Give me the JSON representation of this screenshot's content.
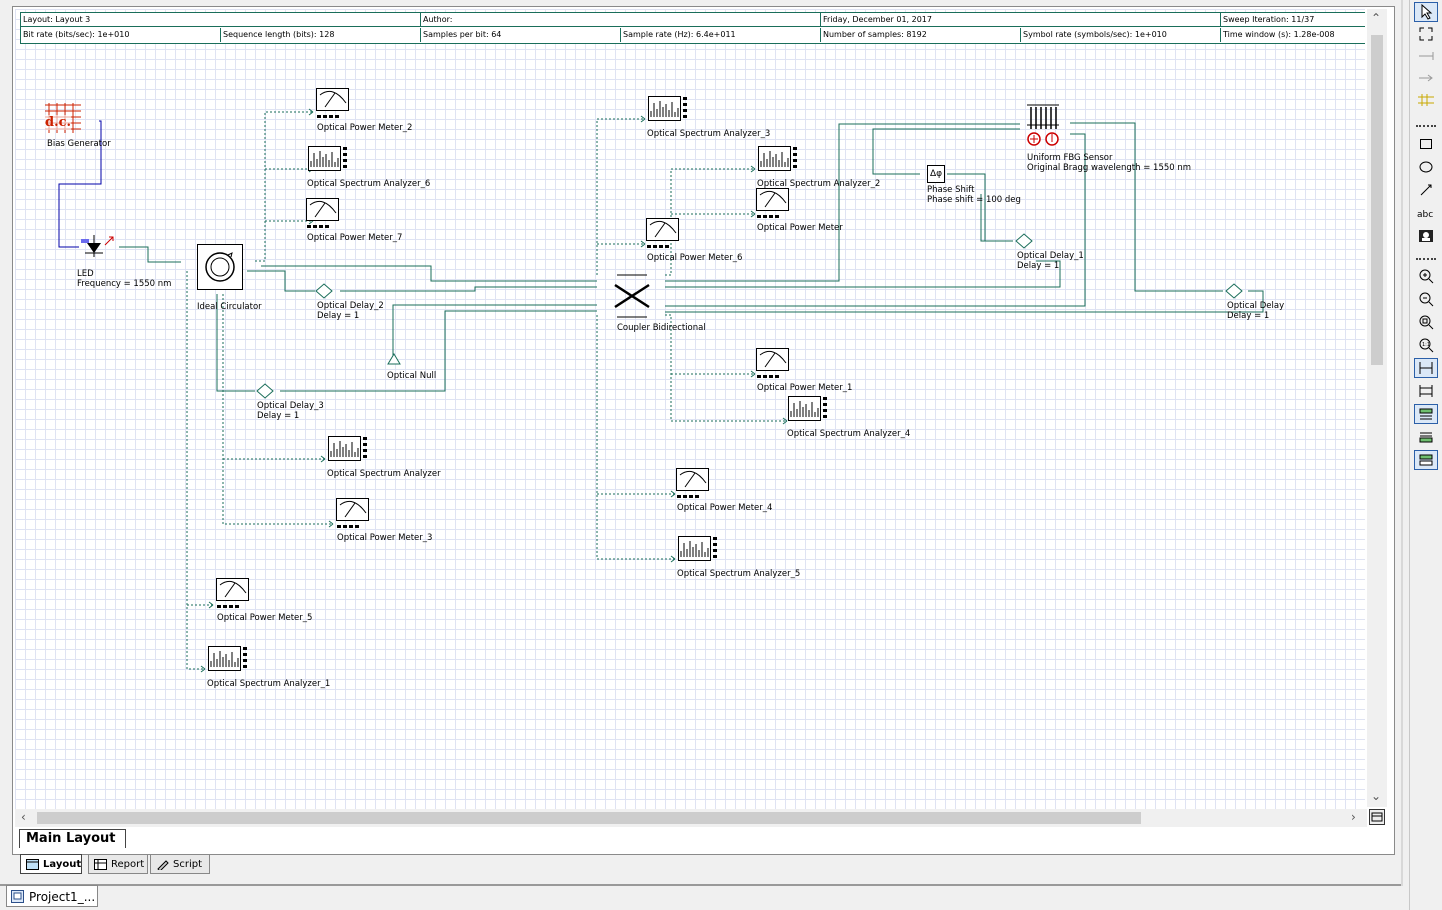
{
  "info": {
    "row1": [
      {
        "text": "Layout: Layout 3"
      },
      {
        "text": "Author:"
      },
      {
        "text": "Friday, December 01, 2017"
      },
      {
        "text": "Sweep Iteration: 11/37"
      }
    ],
    "row2": [
      {
        "text": "Bit rate (bits/sec):   1e+010"
      },
      {
        "text": "Sequence length (bits):   128"
      },
      {
        "text": "Samples per bit:   64"
      },
      {
        "text": "Sample rate (Hz):   6.4e+011"
      },
      {
        "text": "Number of samples:   8192"
      },
      {
        "text": "Symbol rate (symbols/sec):   1e+010"
      },
      {
        "text": "Time window (s):   1.28e-008"
      }
    ]
  },
  "components": {
    "bias": {
      "icon_text": "d.c.",
      "name": "Bias Generator"
    },
    "led": {
      "name": "LED",
      "param": "Frequency = 1550  nm"
    },
    "circulator": {
      "name": "Ideal Circulator"
    },
    "delay2": {
      "name": "Optical Delay_2",
      "param": "Delay = 1"
    },
    "delay3": {
      "name": "Optical Delay_3",
      "param": "Delay = 1"
    },
    "delay1": {
      "name": "Optical Delay_1",
      "param": "Delay = 1"
    },
    "delay": {
      "name": "Optical Delay",
      "param": "Delay = 1"
    },
    "null": {
      "name": "Optical Null"
    },
    "coupler": {
      "name": "Coupler Bidirectional"
    },
    "phase": {
      "name": "Phase Shift",
      "param": "Phase shift = 100  deg",
      "icon_text": "Δφ"
    },
    "fbg": {
      "name": "Uniform FBG Sensor",
      "param": "Original Bragg wavelength = 1550  nm"
    },
    "pm2": {
      "name": "Optical Power Meter_2"
    },
    "osa6": {
      "name": "Optical Spectrum Analyzer_6"
    },
    "pm7": {
      "name": "Optical Power Meter_7"
    },
    "osa3": {
      "name": "Optical Spectrum Analyzer_3"
    },
    "osa2": {
      "name": "Optical Spectrum Analyzer_2"
    },
    "pm": {
      "name": "Optical Power Meter"
    },
    "pm6": {
      "name": "Optical Power Meter_6"
    },
    "pm1": {
      "name": "Optical Power Meter_1"
    },
    "osa4": {
      "name": "Optical Spectrum Analyzer_4"
    },
    "osa": {
      "name": "Optical Spectrum Analyzer"
    },
    "pm3": {
      "name": "Optical Power Meter_3"
    },
    "pm4": {
      "name": "Optical Power Meter_4"
    },
    "osa5": {
      "name": "Optical Spectrum Analyzer_5"
    },
    "pm5": {
      "name": "Optical Power Meter_5"
    },
    "osa1": {
      "name": "Optical Spectrum Analyzer_1"
    }
  },
  "tabs": {
    "main_layout": "Main Layout",
    "layout": "Layout",
    "report": "Report",
    "script": "Script"
  },
  "project": {
    "tab": "Project1_..."
  },
  "colors": {
    "wire": "#1a6e5a",
    "bias_wire": "#0000aa",
    "grid": "#dfe3f3",
    "bias_icon": "#cc2200"
  }
}
